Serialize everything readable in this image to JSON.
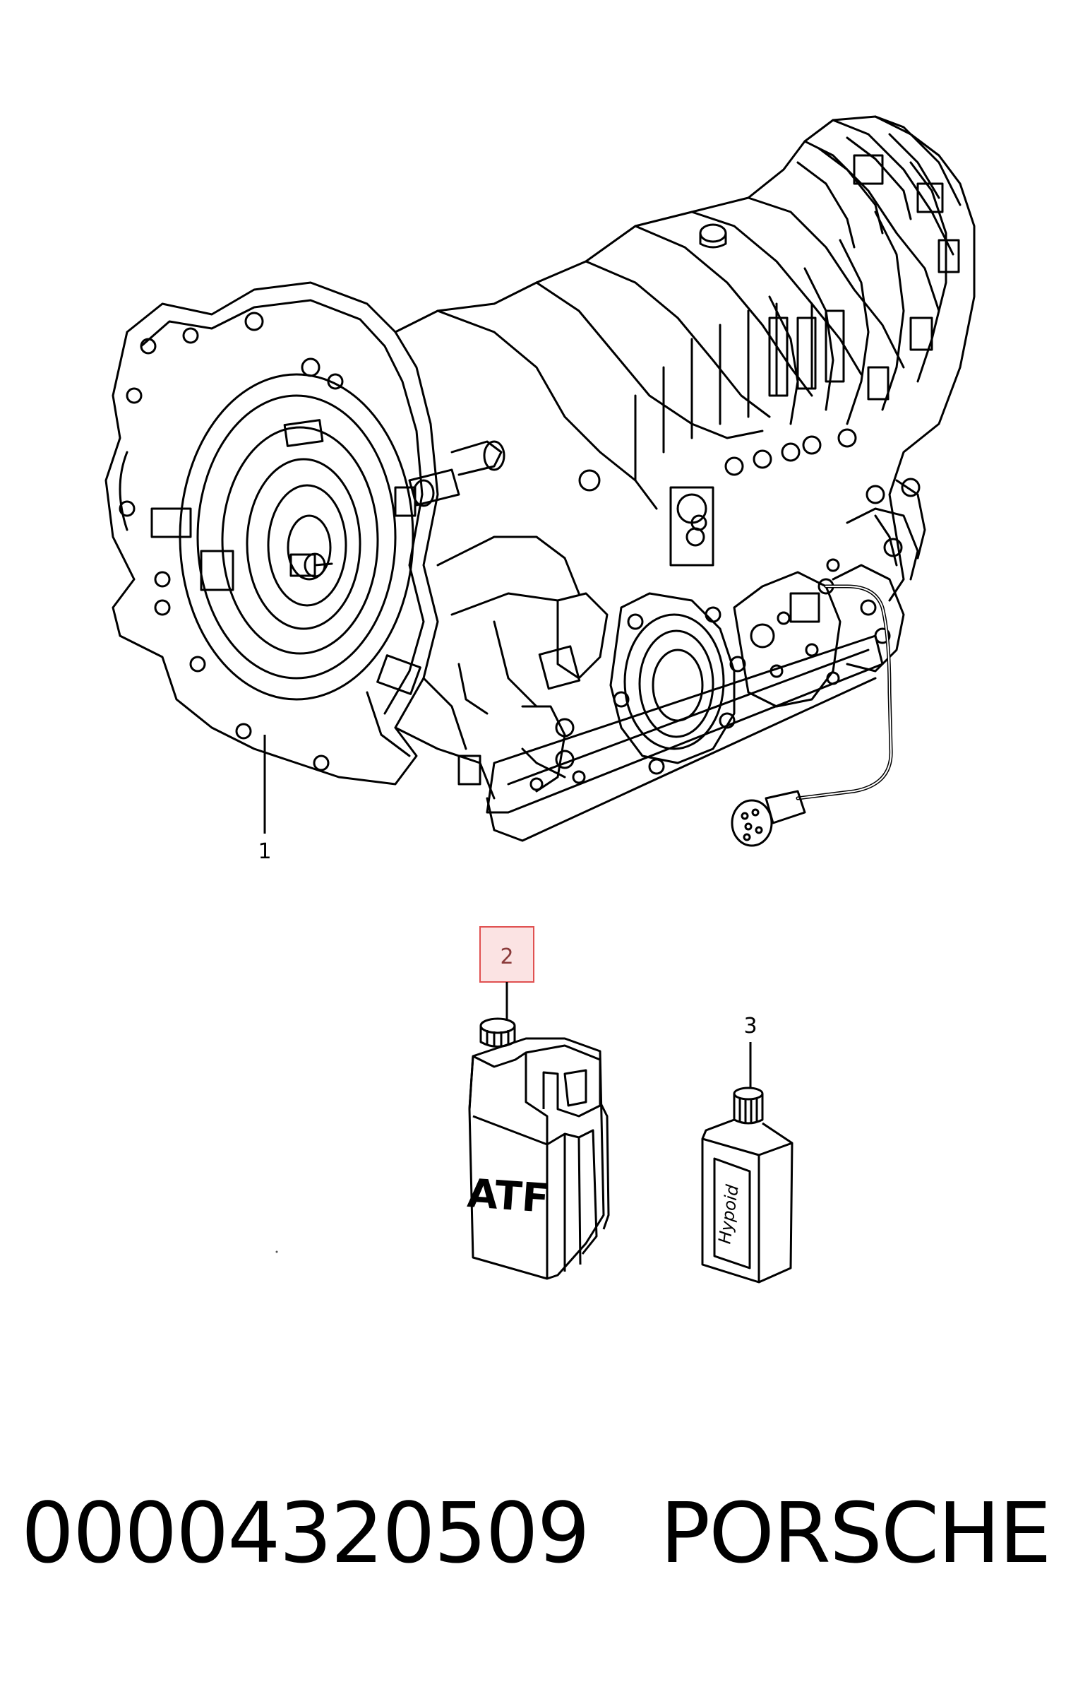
{
  "diagram": {
    "callouts": [
      {
        "id": "1",
        "label": "1"
      },
      {
        "id": "2",
        "label": "2",
        "highlighted": true,
        "highlight_color": "#e05050"
      },
      {
        "id": "3",
        "label": "3"
      }
    ],
    "parts": {
      "transmission": {
        "icon": "transmission-assembly-illustration"
      },
      "atf_canister": {
        "icon": "fluid-canister-illustration",
        "label": "ATF"
      },
      "hypoid_bottle": {
        "icon": "oil-bottle-illustration",
        "label": "Hypoid"
      }
    }
  },
  "footer": {
    "part_number": "00004320509",
    "brand": "PORSCHE"
  },
  "colors": {
    "line": "#000000",
    "background": "#ffffff",
    "highlight_border": "#e05050",
    "highlight_fill": "#fbe3e3"
  }
}
